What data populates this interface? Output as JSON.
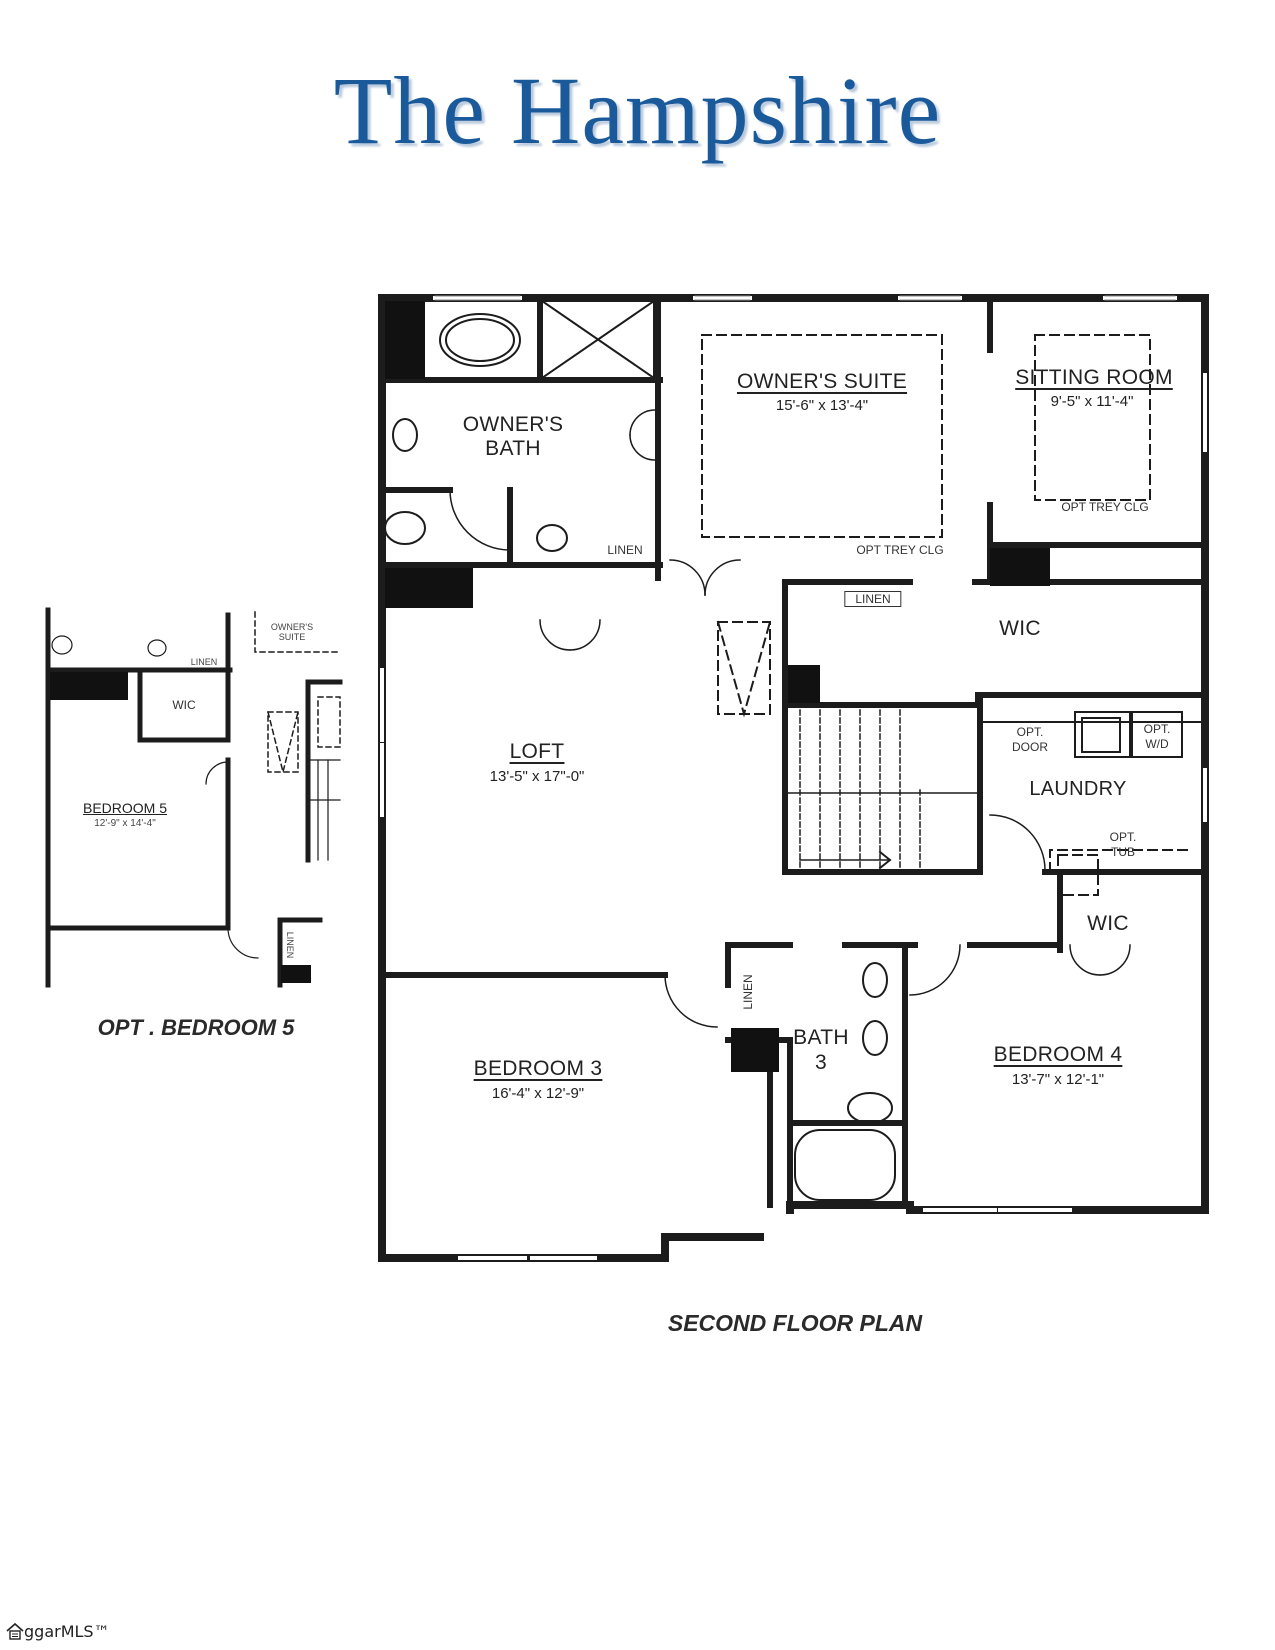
{
  "header": {
    "title": "The Hampshire"
  },
  "main_plan": {
    "caption": "SECOND FLOOR PLAN",
    "rooms": {
      "owners_bath": {
        "label_line1": "OWNER'S",
        "label_line2": "BATH"
      },
      "owners_bath_linen": {
        "label": "LINEN"
      },
      "owners_suite": {
        "label": "OWNER'S SUITE",
        "dims": "15'-6\" x 13'-4\"",
        "note": "OPT TREY CLG"
      },
      "sitting_room": {
        "label": "SITTING ROOM",
        "dims": "9'-5\" x 11'-4\"",
        "note": "OPT TREY CLG"
      },
      "hall_linen": {
        "label": "LINEN"
      },
      "owners_wic": {
        "label": "WIC"
      },
      "loft": {
        "label": "LOFT",
        "dims": "13'-5\" x 17\"-0\""
      },
      "laundry": {
        "label": "LAUNDRY",
        "opt_door_line1": "OPT.",
        "opt_door_line2": "DOOR",
        "opt_wd_line1": "OPT.",
        "opt_wd_line2": "W/D",
        "opt_tub_line1": "OPT.",
        "opt_tub_line2": "TUB"
      },
      "bedroom4_wic": {
        "label": "WIC"
      },
      "bath3": {
        "label_line1": "BATH",
        "label_line2": "3"
      },
      "bath3_linen": {
        "label": "LINEN"
      },
      "bedroom3": {
        "label": "BEDROOM 3",
        "dims": "16'-4\" x 12'-9\""
      },
      "bedroom4": {
        "label": "BEDROOM 4",
        "dims": "13'-7\" x 12'-1\""
      }
    }
  },
  "option_plan": {
    "caption": "OPT . BEDROOM 5",
    "rooms": {
      "owners_suite_ref": {
        "label_line1": "OWNER'S",
        "label_line2": "SUITE"
      },
      "linen_top": {
        "label": "LINEN"
      },
      "wic": {
        "label": "WIC"
      },
      "bedroom5": {
        "label": "BEDROOM 5",
        "dims": "12'-9\" x 14'-4\""
      },
      "linen_bottom": {
        "label": "LINEN"
      }
    }
  },
  "watermark": {
    "text": "ggarMLS™",
    "icon": "house-icon"
  },
  "colors": {
    "title": "#1a5a9a",
    "wall": "#1c1c1c",
    "ink": "#222222"
  }
}
